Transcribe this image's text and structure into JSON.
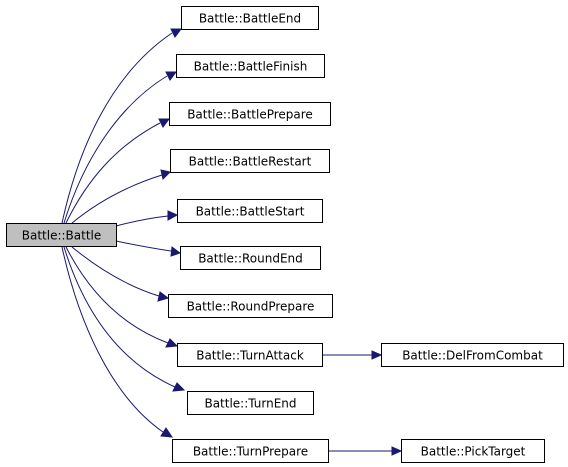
{
  "colors": {
    "edge": "#191970",
    "root_fill": "#bfbfbf",
    "node_fill": "#ffffff",
    "node_stroke": "#000000"
  },
  "graph": {
    "root": "Battle::Battle",
    "nodes": [
      {
        "id": "battle",
        "label": "Battle::Battle",
        "root": true
      },
      {
        "id": "battleend",
        "label": "Battle::BattleEnd"
      },
      {
        "id": "battlefinish",
        "label": "Battle::BattleFinish"
      },
      {
        "id": "battleprepare",
        "label": "Battle::BattlePrepare"
      },
      {
        "id": "battlerestart",
        "label": "Battle::BattleRestart"
      },
      {
        "id": "battlestart",
        "label": "Battle::BattleStart"
      },
      {
        "id": "roundend",
        "label": "Battle::RoundEnd"
      },
      {
        "id": "roundprepare",
        "label": "Battle::RoundPrepare"
      },
      {
        "id": "turnattack",
        "label": "Battle::TurnAttack"
      },
      {
        "id": "turnend",
        "label": "Battle::TurnEnd"
      },
      {
        "id": "turnprepare",
        "label": "Battle::TurnPrepare"
      },
      {
        "id": "delfromcombat",
        "label": "Battle::DelFromCombat"
      },
      {
        "id": "picktarget",
        "label": "Battle::PickTarget"
      }
    ],
    "edges": [
      {
        "from": "battle",
        "to": "battleend"
      },
      {
        "from": "battle",
        "to": "battlefinish"
      },
      {
        "from": "battle",
        "to": "battleprepare"
      },
      {
        "from": "battle",
        "to": "battlerestart"
      },
      {
        "from": "battle",
        "to": "battlestart"
      },
      {
        "from": "battle",
        "to": "roundend"
      },
      {
        "from": "battle",
        "to": "roundprepare"
      },
      {
        "from": "battle",
        "to": "turnattack"
      },
      {
        "from": "battle",
        "to": "turnend"
      },
      {
        "from": "battle",
        "to": "turnprepare"
      },
      {
        "from": "turnattack",
        "to": "delfromcombat"
      },
      {
        "from": "turnprepare",
        "to": "picktarget"
      }
    ]
  }
}
